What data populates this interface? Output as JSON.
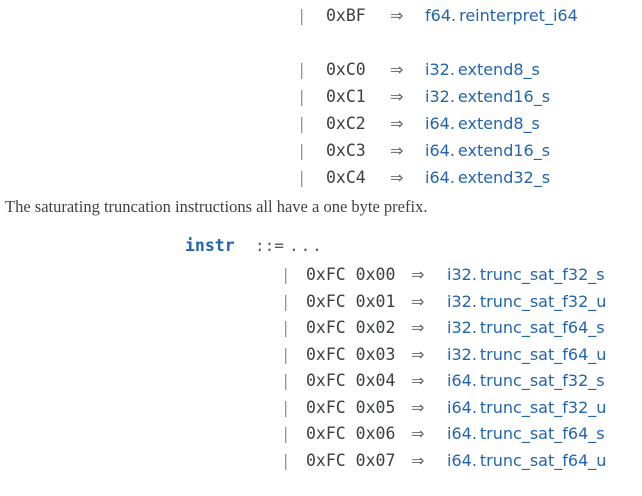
{
  "colors": {
    "background": "#ffffff",
    "body_text": "#3f4245",
    "opcode_text": "#3d4043",
    "link_blue": "#2264b0",
    "arrow_gray": "#64686d",
    "pipe_gray": "#8f959c"
  },
  "symbols": {
    "pipe": "|",
    "arrow": "⇒",
    "defined_as": "::=",
    "ellipsis": "...",
    "dot": "."
  },
  "paragraph": "The saturating truncation instructions all have a one byte prefix.",
  "upper_table": {
    "rows": [
      {
        "opcode": "0xBF",
        "cls": "f64",
        "name": "reinterpret_i64"
      },
      {
        "opcode": "0xC0",
        "cls": "i32",
        "name": "extend8_s"
      },
      {
        "opcode": "0xC1",
        "cls": "i32",
        "name": "extend16_s"
      },
      {
        "opcode": "0xC2",
        "cls": "i64",
        "name": "extend8_s"
      },
      {
        "opcode": "0xC3",
        "cls": "i64",
        "name": "extend16_s"
      },
      {
        "opcode": "0xC4",
        "cls": "i64",
        "name": "extend32_s"
      }
    ]
  },
  "lower_table": {
    "nonterminal": "instr",
    "rows": [
      {
        "opcode": "0xFC 0x00",
        "cls": "i32",
        "name": "trunc_sat_f32_s"
      },
      {
        "opcode": "0xFC 0x01",
        "cls": "i32",
        "name": "trunc_sat_f32_u"
      },
      {
        "opcode": "0xFC 0x02",
        "cls": "i32",
        "name": "trunc_sat_f64_s"
      },
      {
        "opcode": "0xFC 0x03",
        "cls": "i32",
        "name": "trunc_sat_f64_u"
      },
      {
        "opcode": "0xFC 0x04",
        "cls": "i64",
        "name": "trunc_sat_f32_s"
      },
      {
        "opcode": "0xFC 0x05",
        "cls": "i64",
        "name": "trunc_sat_f32_u"
      },
      {
        "opcode": "0xFC 0x06",
        "cls": "i64",
        "name": "trunc_sat_f64_s"
      },
      {
        "opcode": "0xFC 0x07",
        "cls": "i64",
        "name": "trunc_sat_f64_u"
      }
    ]
  }
}
